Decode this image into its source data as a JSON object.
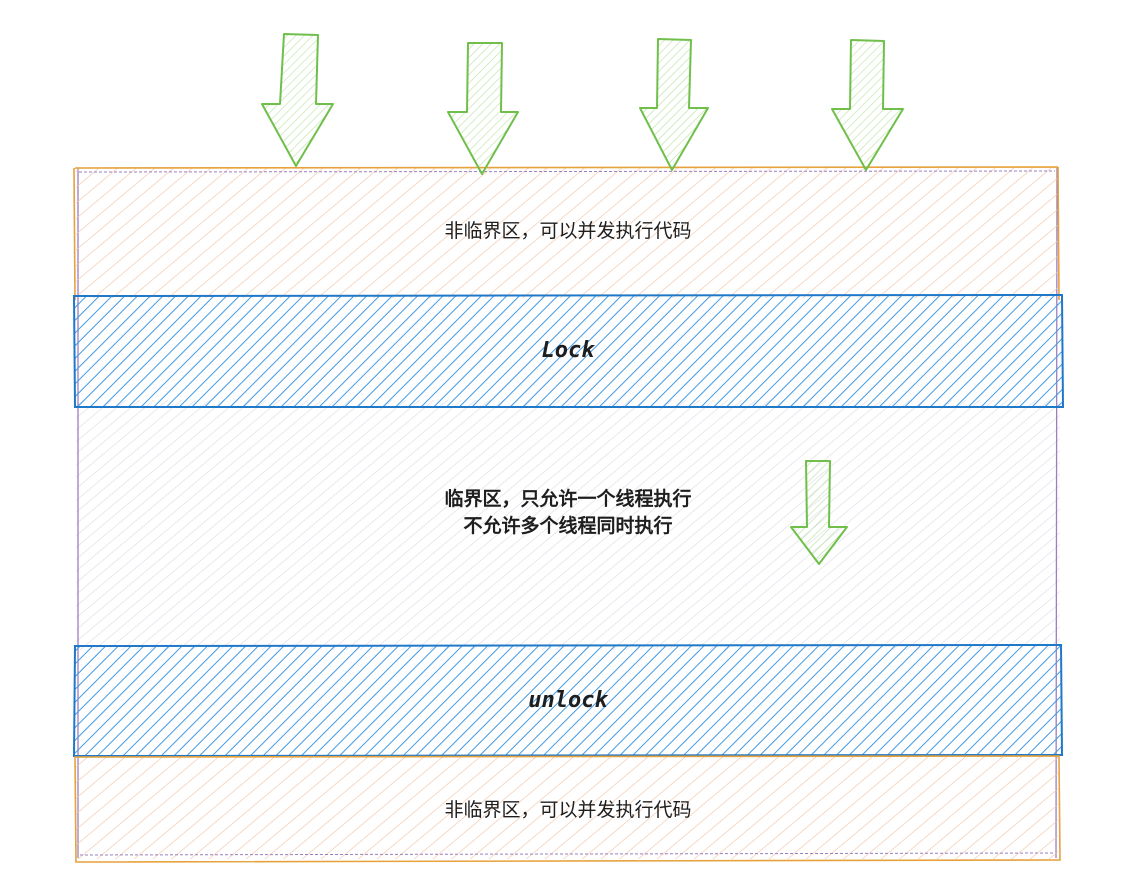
{
  "diagram": {
    "top_section": {
      "label": "非临界区，可以并发执行代码"
    },
    "lock_band": {
      "label": "Lock"
    },
    "critical_section": {
      "line1": "临界区，只允许一个线程执行",
      "line2": "不允许多个线程同时执行"
    },
    "unlock_band": {
      "label": "unlock"
    },
    "bottom_section": {
      "label": "非临界区，可以并发执行代码"
    },
    "incoming_arrow_count": 4,
    "colors": {
      "arrow": "#6fbf4a",
      "arrow_fill": "#d6eec5",
      "noncritical_border": "#e6a23c",
      "noncritical_hatch": "#f2c5a8",
      "critical_border": "#9b7fbf",
      "critical_hatch": "#d9d6e4",
      "lock_band": "#1f78c8",
      "lock_hatch": "#4aa3ea"
    }
  }
}
